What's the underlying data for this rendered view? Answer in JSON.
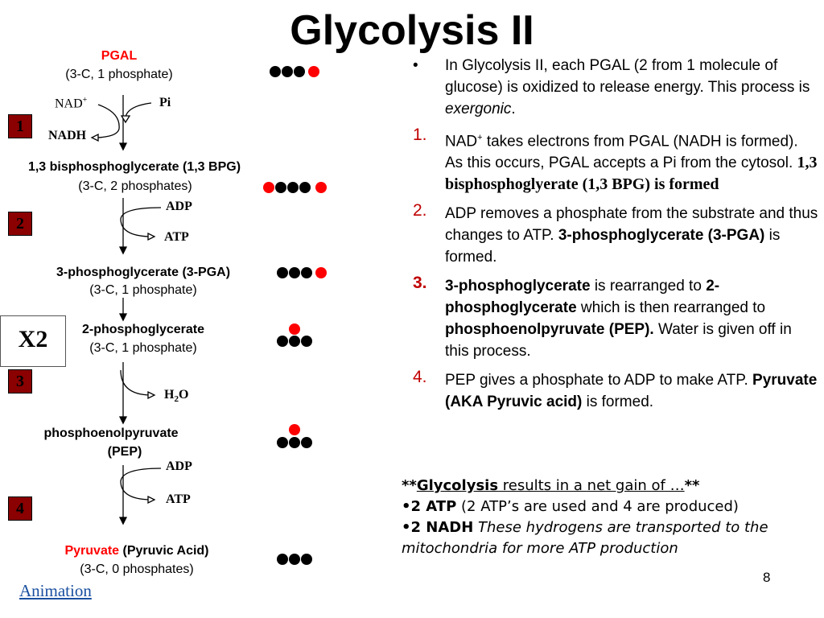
{
  "title": "Glycolysis II",
  "diagram": {
    "pgal": {
      "name": "PGAL",
      "sub": "(3-C, 1 phosphate)"
    },
    "step1": {
      "nad": "NAD",
      "nad_sup": "+",
      "pi": "Pi",
      "nadh": "NADH",
      "badge": "1"
    },
    "bpg": {
      "name": "1,3 bisphosphoglycerate (1,3 BPG)",
      "sub": "(3-C, 2 phosphates)"
    },
    "step2": {
      "adp": "ADP",
      "atp": "ATP",
      "badge": "2"
    },
    "pga3": {
      "name": "3-phosphoglycerate (3-PGA)",
      "sub": "(3-C, 1 phosphate)"
    },
    "x2": "X2",
    "pga2": {
      "name": "2-phosphoglycerate",
      "sub": "(3-C, 1 phosphate)"
    },
    "step3": {
      "h": "H",
      "two": "2",
      "o": "O",
      "badge": "3"
    },
    "pep": {
      "line1": "phosphoenolpyruvate",
      "line2": "(PEP)"
    },
    "step4": {
      "adp": "ADP",
      "atp": "ATP",
      "badge": "4"
    },
    "pyruvate": {
      "name": "Pyruvate",
      "alt": "(Pyruvic Acid)",
      "sub": "(3-C, 0 phosphates)"
    }
  },
  "right": {
    "bullet": "•",
    "intro_a": "In Glycolysis II, each PGAL (2 from 1 molecule of glucose) is oxidized to release energy. This process is ",
    "intro_b": "exergonic",
    "intro_c": ".",
    "items": [
      {
        "num": "1.",
        "a": "NAD",
        "sup": "+",
        "b": " takes electrons from PGAL (NADH is formed). As this occurs, PGAL accepts a Pi from the cytosol. ",
        "c": "1,3 bisphosphoglyerate (1,3 BPG) is formed"
      },
      {
        "num": "2.",
        "a": "ADP removes a phosphate from the substrate and thus changes to ATP. ",
        "b": "3-phosphoglycerate (3-PGA)",
        "c": " is formed."
      },
      {
        "num": "3.",
        "a": "3-phosphoglycerate",
        "b": " is rearranged to ",
        "c": "2-phosphoglycerate",
        "d": " which is then rearranged to ",
        "e": "phosphoenolpyruvate (PEP).",
        "f": " Water is given off in this process."
      },
      {
        "num": "4.",
        "a": "PEP gives a phosphate to ADP to make ATP. ",
        "b": "Pyruvate (AKA Pyruvic acid)",
        "c": " is formed."
      }
    ]
  },
  "summary": {
    "l1a": "**",
    "l1b": "Glycolysis",
    "l1c": " results in a net gain of …",
    "l1d": "**",
    "l2a": "•2 ATP",
    "l2b": " (2 ATP’s are used and 4 are produced)",
    "l3a": "•2 NADH",
    "l3b": " These hydrogens are transported to the mitochondria for more ATP production"
  },
  "footer": {
    "animation": "Animation",
    "page": "8"
  },
  "colors": {
    "accent_red": "#ff0000",
    "badge": "#8b0000",
    "link": "#1a4fa0"
  }
}
